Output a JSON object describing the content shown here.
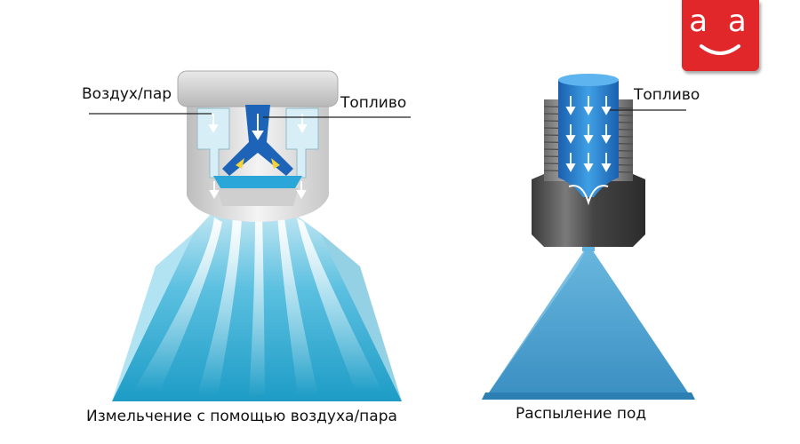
{
  "left_diagram": {
    "label_air": "Воздух/пар",
    "label_fuel": "Топливо",
    "caption": "Измельчение с помощью воздуха/пара"
  },
  "right_diagram": {
    "label_fuel": "Топливо",
    "caption": "Распыление под"
  },
  "logo": {
    "text": "a a",
    "color": "#e2272b"
  },
  "colors": {
    "spray_blue": "#3fb4d6",
    "fuel_blue": "#1f6fc0",
    "cone_blue": "#4aa3cf",
    "body_gray": "#d9d9d9",
    "nut_gray": "#4a4a4a"
  }
}
